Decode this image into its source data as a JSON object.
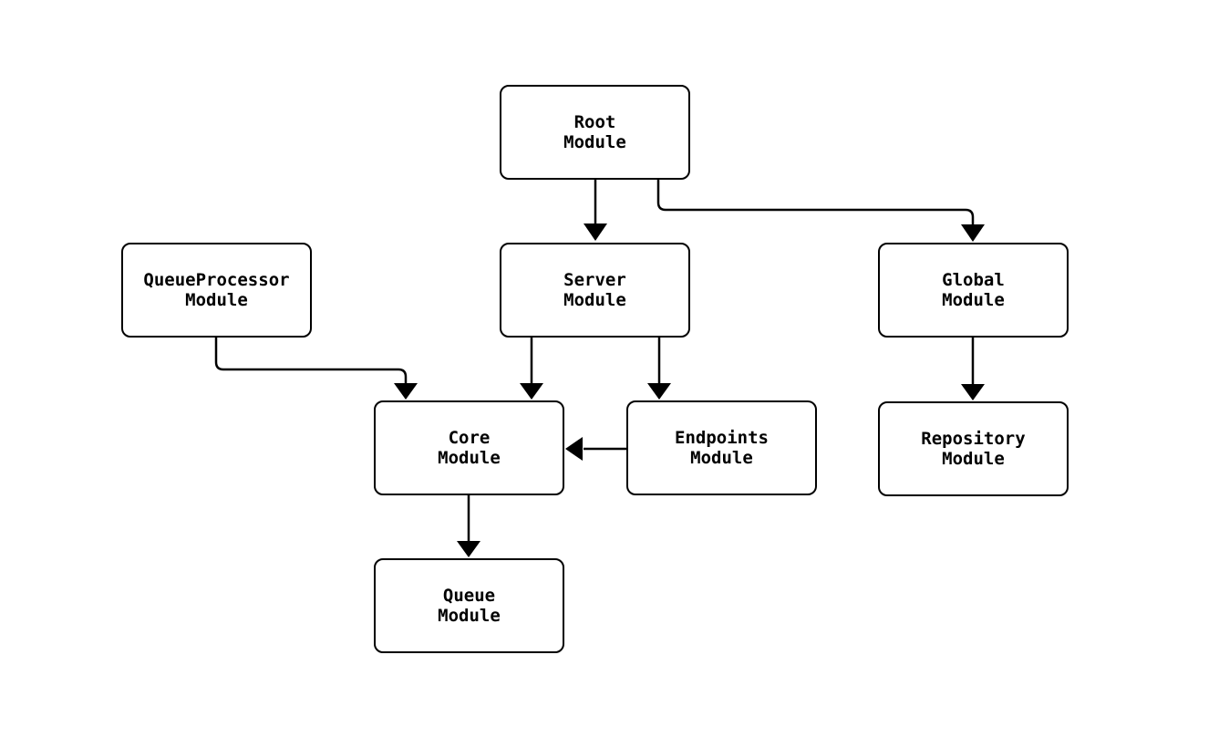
{
  "diagram": {
    "type": "module-dependency-graph",
    "background_color": "#ffffff",
    "stroke_color": "#000000",
    "nodes": [
      {
        "id": "root",
        "label": "Root\nModule"
      },
      {
        "id": "queueprocessor",
        "label": "QueueProcessor\nModule"
      },
      {
        "id": "server",
        "label": "Server\nModule"
      },
      {
        "id": "global",
        "label": "Global\nModule"
      },
      {
        "id": "core",
        "label": "Core\nModule"
      },
      {
        "id": "endpoints",
        "label": "Endpoints\nModule"
      },
      {
        "id": "repository",
        "label": "Repository\nModule"
      },
      {
        "id": "queue",
        "label": "Queue\nModule"
      }
    ],
    "edges": [
      {
        "from": "root",
        "to": "server"
      },
      {
        "from": "root",
        "to": "global"
      },
      {
        "from": "queueprocessor",
        "to": "core"
      },
      {
        "from": "server",
        "to": "core"
      },
      {
        "from": "server",
        "to": "endpoints"
      },
      {
        "from": "endpoints",
        "to": "core"
      },
      {
        "from": "core",
        "to": "queue"
      },
      {
        "from": "global",
        "to": "repository"
      }
    ]
  }
}
